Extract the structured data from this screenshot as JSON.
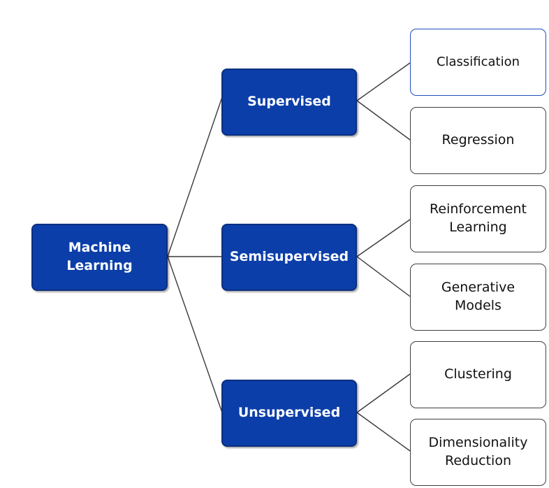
{
  "diagram": {
    "root": {
      "label_line1": "Machine",
      "label_line2": "Learning"
    },
    "categories": [
      {
        "label": "Supervised"
      },
      {
        "label": "Semisupervised"
      },
      {
        "label": "Unsupervised"
      }
    ],
    "leaves": [
      {
        "label": "Classification"
      },
      {
        "label": "Regression"
      },
      {
        "label_line1": "Reinforcement",
        "label_line2": "Learning"
      },
      {
        "label_line1": "Generative",
        "label_line2": "Models"
      },
      {
        "label": "Clustering"
      },
      {
        "label_line1": "Dimensionality",
        "label_line2": "Reduction"
      }
    ],
    "colors": {
      "dark_fill": "#0b3ea8",
      "dark_border": "#0a2f80",
      "light_border": "#404040",
      "selected_border": "#1f4fbf",
      "connector": "#3a3a3a"
    }
  }
}
